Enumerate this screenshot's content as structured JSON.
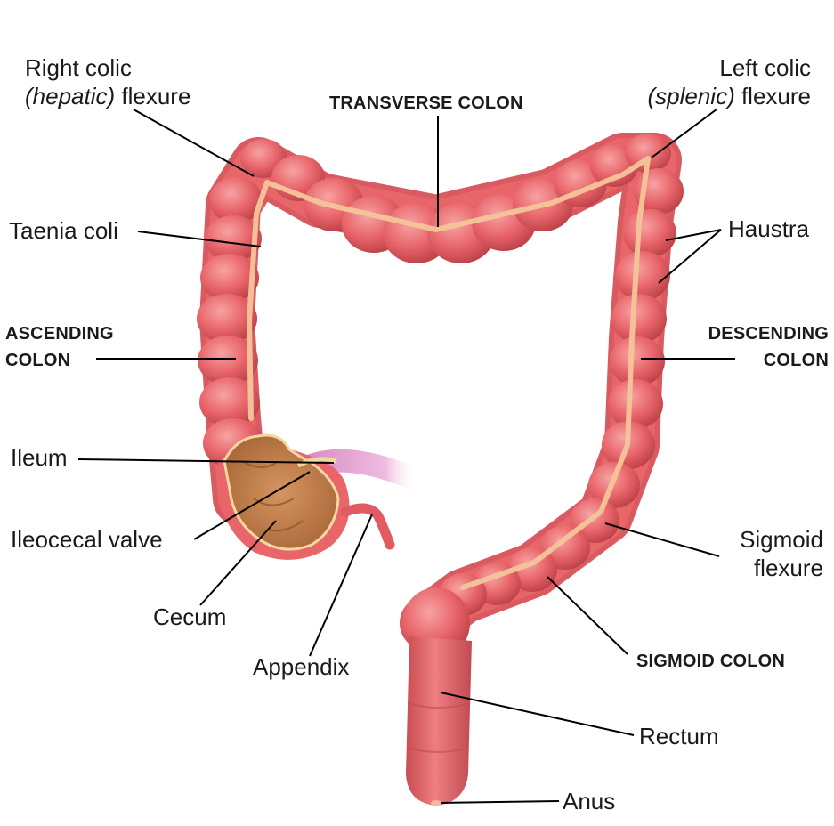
{
  "labels": {
    "right_colic_line1": "Right colic",
    "right_colic_italic": "(hepatic)",
    "right_colic_tail": " flexure",
    "transverse_colon": "TRANSVERSE COLON",
    "left_colic_line1": "Left colic",
    "left_colic_italic": "(splenic)",
    "left_colic_tail": " flexure",
    "taenia_coli": "Taenia coli",
    "haustra": "Haustra",
    "ascending_line1": "ASCENDING",
    "ascending_line2": "COLON",
    "descending_line1": "DESCENDING",
    "descending_line2": "COLON",
    "ileum": "Ileum",
    "ileocecal_valve": "Ileocecal valve",
    "cecum": "Cecum",
    "appendix": "Appendix",
    "sigmoid_flexure_line1": "Sigmoid",
    "sigmoid_flexure_line2": "flexure",
    "sigmoid_colon": "SIGMOID COLON",
    "rectum": "Rectum",
    "anus": "Anus"
  },
  "colors": {
    "colon_fill": "#e8656a",
    "colon_shadow": "#b83f45",
    "colon_highlight": "#f7a3a3",
    "taenia": "#f3c59a",
    "cecum_interior": "#c98450",
    "ileum": "#e9a6d4",
    "leader_line": "#000000"
  }
}
